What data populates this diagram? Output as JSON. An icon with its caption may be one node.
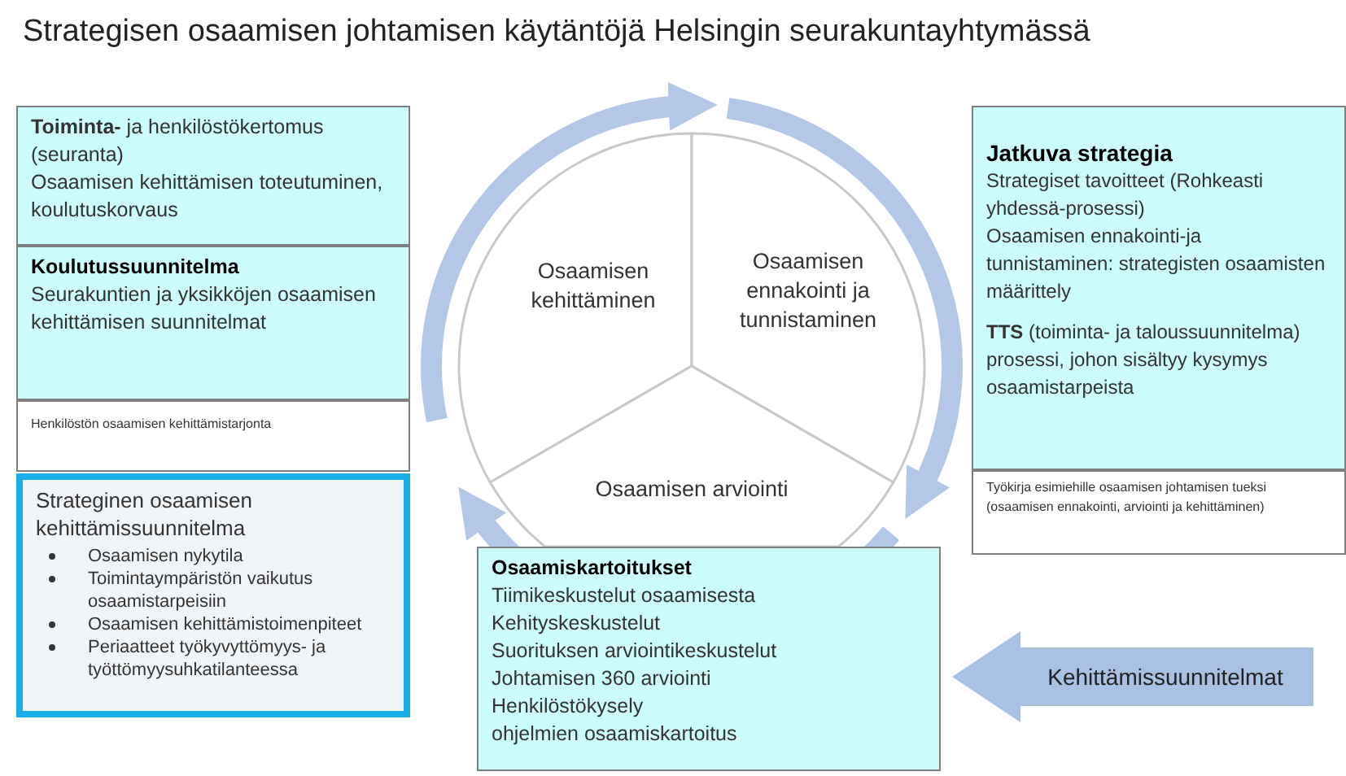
{
  "diagram": {
    "title": "Strategisen osaamisen johtamisen käytäntöjä Helsingin seurakuntayhtymässä",
    "nodes": [
      {
        "text": [
          "**Toiminta-** ja henkilöstökertomus (seuranta)",
          "Osaamisen kehittämisen toteutuminen, koulutuskorvaus"
        ]
      },
      {
        "text": [
          "Koulutussuunnitelma",
          "Seurakuntien ja yksikköjen osaamisen kehittämisen suunnitelmat"
        ]
      },
      {
        "text": [
          "Henkilöstön osaamisen kehittämistarjonta"
        ]
      },
      {
        "text": [
          "Strateginen osaamisen kehittämissuunnitelma",
          "Osaamisen nykytila",
          "Toimintaympäristön vaikutus osaamistarpeisiin",
          "Osaamisen kehittämistoimenpiteet",
          "Periaatteet työkyvyttömyys- ja työttömyysuhkatilanteessa"
        ]
      },
      {
        "text": [
          "Osaamisen kehittäminen"
        ]
      },
      {
        "text": [
          "Osaamisen ennakointi ja tunnistaminen"
        ]
      },
      {
        "text": [
          "Osaamisen arviointi"
        ]
      },
      {
        "text": [
          "Jatkuva strategia",
          "Strategiset tavoitteet (Rohkeasti yhdessä-prosessi)",
          "Osaamisen ennakointi-ja tunnistaminen: strategisten osaamisten määrittely",
          "**TTS** (toiminta- ja taloussuunnitelma) prosessi, johon sisältyy kysymys osaamistarpeista"
        ]
      },
      {
        "text": [
          "Työkirja esimiehille osaamisen johtamisen tueksi (osaamisen ennakointi, arviointi ja kehittäminen)"
        ]
      },
      {
        "text": [
          "Osaamiskartoitukset",
          "Tiimikeskustelut osaamisesta",
          "Kehityskeskustelut",
          "Suorituksen arviointikeskustelut",
          "Johtamisen 360 arviointi",
          "Henkilöstökysely",
          "ohjelmien osaamiskartoitus"
        ]
      },
      {
        "text": [
          "Kehittämissuunnitelmat"
        ]
      }
    ]
  }
}
